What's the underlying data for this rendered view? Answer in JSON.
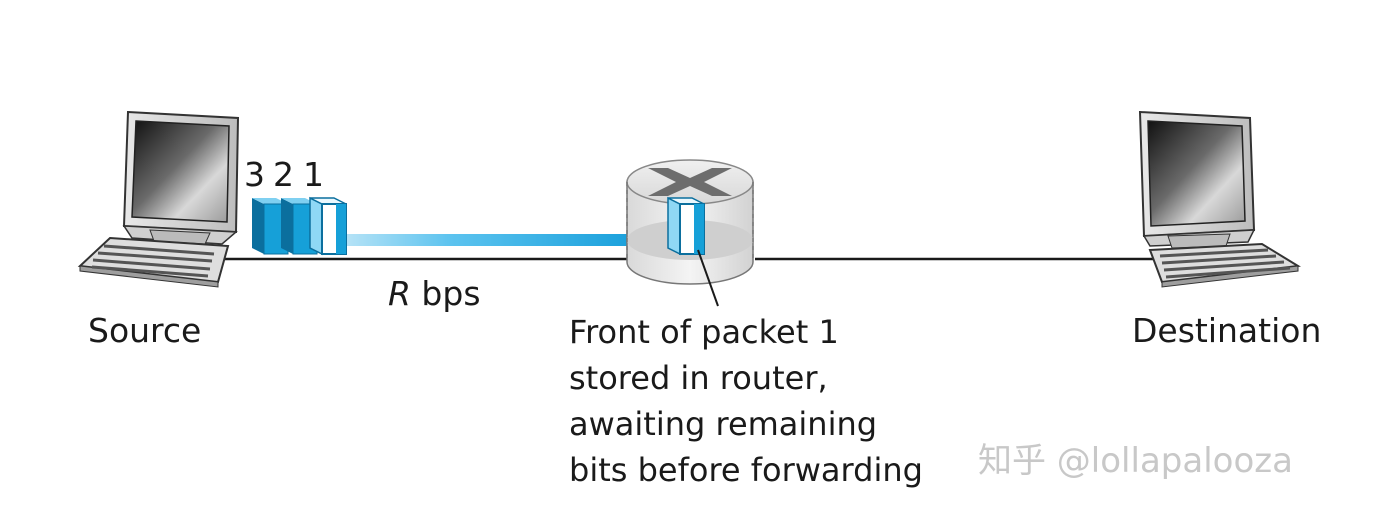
{
  "labels": {
    "source": "Source",
    "destination": "Destination",
    "rate_symbol": "R",
    "rate_unit": " bps",
    "packet_numbers": [
      "3",
      "2",
      "1"
    ],
    "annotation": [
      "Front of packet 1",
      "stored in router,",
      "awaiting remaining",
      "bits before forwarding"
    ]
  },
  "watermark": "知乎 @lollapalooza",
  "colors": {
    "packet_fill": "#16a0d8",
    "packet_edge": "#0b6f9e",
    "arrow": "#1aa3e0",
    "link": "#1a1a1a",
    "text": "#1a1a1a"
  },
  "icons": {
    "source": "computer-icon",
    "router": "router-icon",
    "destination": "computer-icon"
  }
}
